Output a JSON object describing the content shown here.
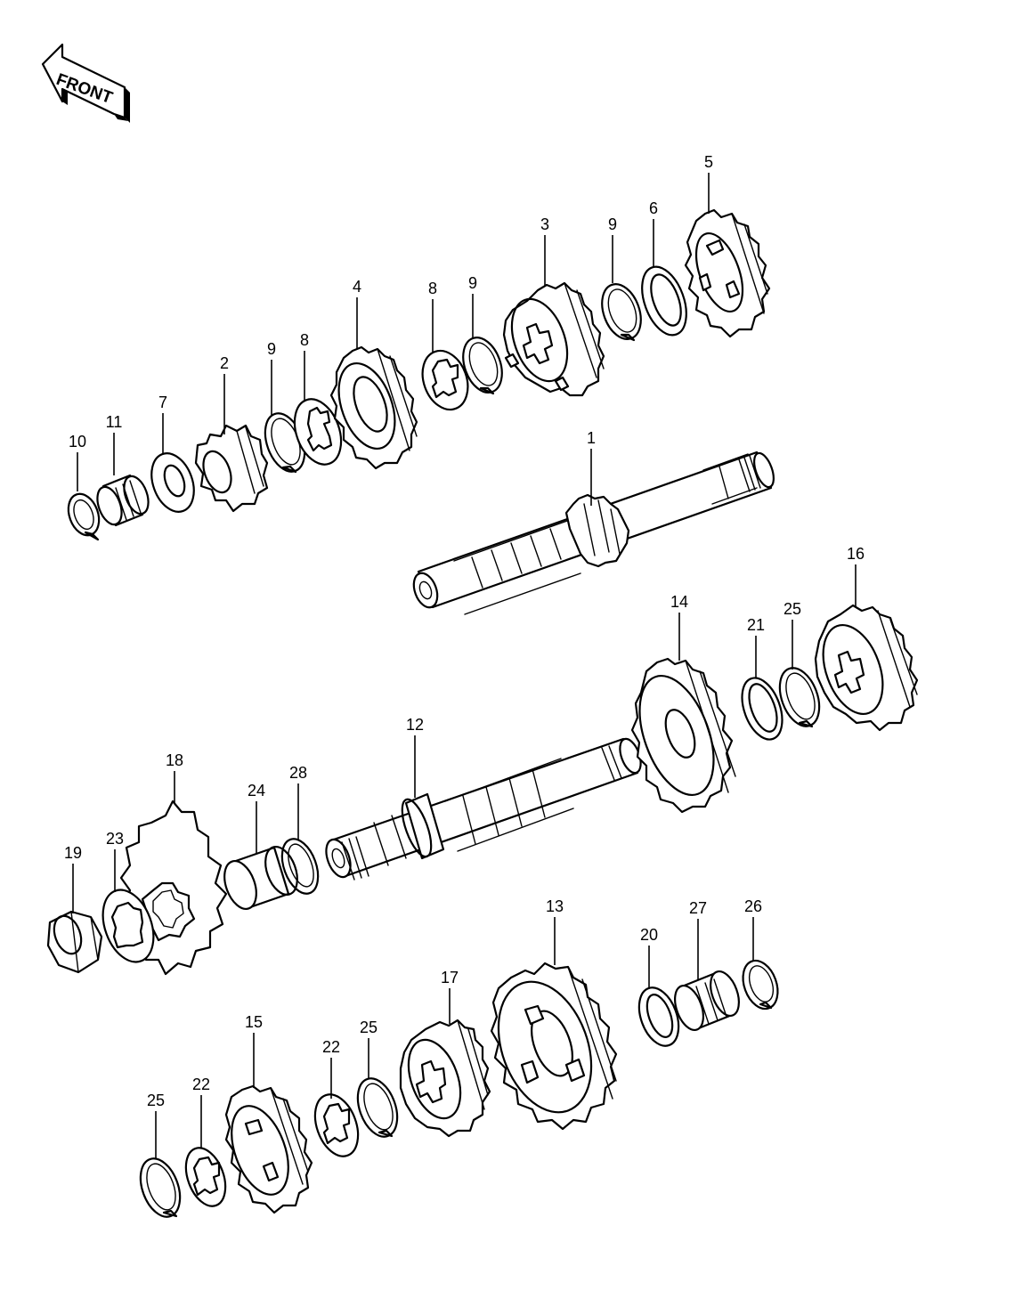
{
  "front_badge": {
    "label": "FRONT",
    "icon": "front-arrow-icon"
  },
  "parts": [
    {
      "id": "1",
      "label": "1"
    },
    {
      "id": "2",
      "label": "2"
    },
    {
      "id": "3",
      "label": "3"
    },
    {
      "id": "4",
      "label": "4"
    },
    {
      "id": "5",
      "label": "5"
    },
    {
      "id": "6",
      "label": "6"
    },
    {
      "id": "7",
      "label": "7"
    },
    {
      "id": "8a",
      "label": "8"
    },
    {
      "id": "8b",
      "label": "8"
    },
    {
      "id": "9a",
      "label": "9"
    },
    {
      "id": "9b",
      "label": "9"
    },
    {
      "id": "9c",
      "label": "9"
    },
    {
      "id": "10",
      "label": "10"
    },
    {
      "id": "11",
      "label": "11"
    },
    {
      "id": "12",
      "label": "12"
    },
    {
      "id": "13",
      "label": "13"
    },
    {
      "id": "14",
      "label": "14"
    },
    {
      "id": "15",
      "label": "15"
    },
    {
      "id": "16",
      "label": "16"
    },
    {
      "id": "17",
      "label": "17"
    },
    {
      "id": "18",
      "label": "18"
    },
    {
      "id": "19",
      "label": "19"
    },
    {
      "id": "20",
      "label": "20"
    },
    {
      "id": "21",
      "label": "21"
    },
    {
      "id": "22a",
      "label": "22"
    },
    {
      "id": "22b",
      "label": "22"
    },
    {
      "id": "23",
      "label": "23"
    },
    {
      "id": "24",
      "label": "24"
    },
    {
      "id": "25a",
      "label": "25"
    },
    {
      "id": "25b",
      "label": "25"
    },
    {
      "id": "25c",
      "label": "25"
    },
    {
      "id": "26",
      "label": "26"
    },
    {
      "id": "27",
      "label": "27"
    },
    {
      "id": "28",
      "label": "28"
    }
  ]
}
